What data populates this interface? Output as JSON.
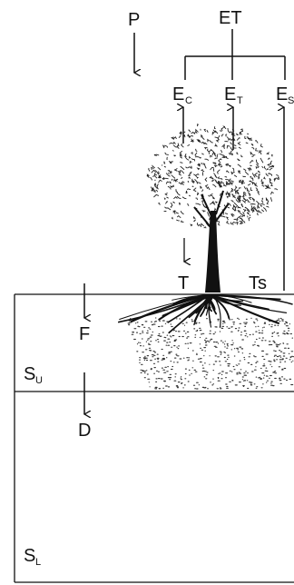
{
  "labels": {
    "precipitation": "P",
    "evapotranspiration": "ET",
    "canopy_evaporation": {
      "main": "E",
      "sub": "C"
    },
    "transpiration_evap": {
      "main": "E",
      "sub": "T"
    },
    "soil_evaporation": {
      "main": "E",
      "sub": "S"
    },
    "throughfall": "T",
    "stemflow": "Ts",
    "infiltration": "F",
    "drainage": "D",
    "upper_soil": {
      "main": "S",
      "sub": "U"
    },
    "lower_soil": {
      "main": "S",
      "sub": "L"
    }
  },
  "colors": {
    "ink": "#111111",
    "background": "#ffffff"
  }
}
